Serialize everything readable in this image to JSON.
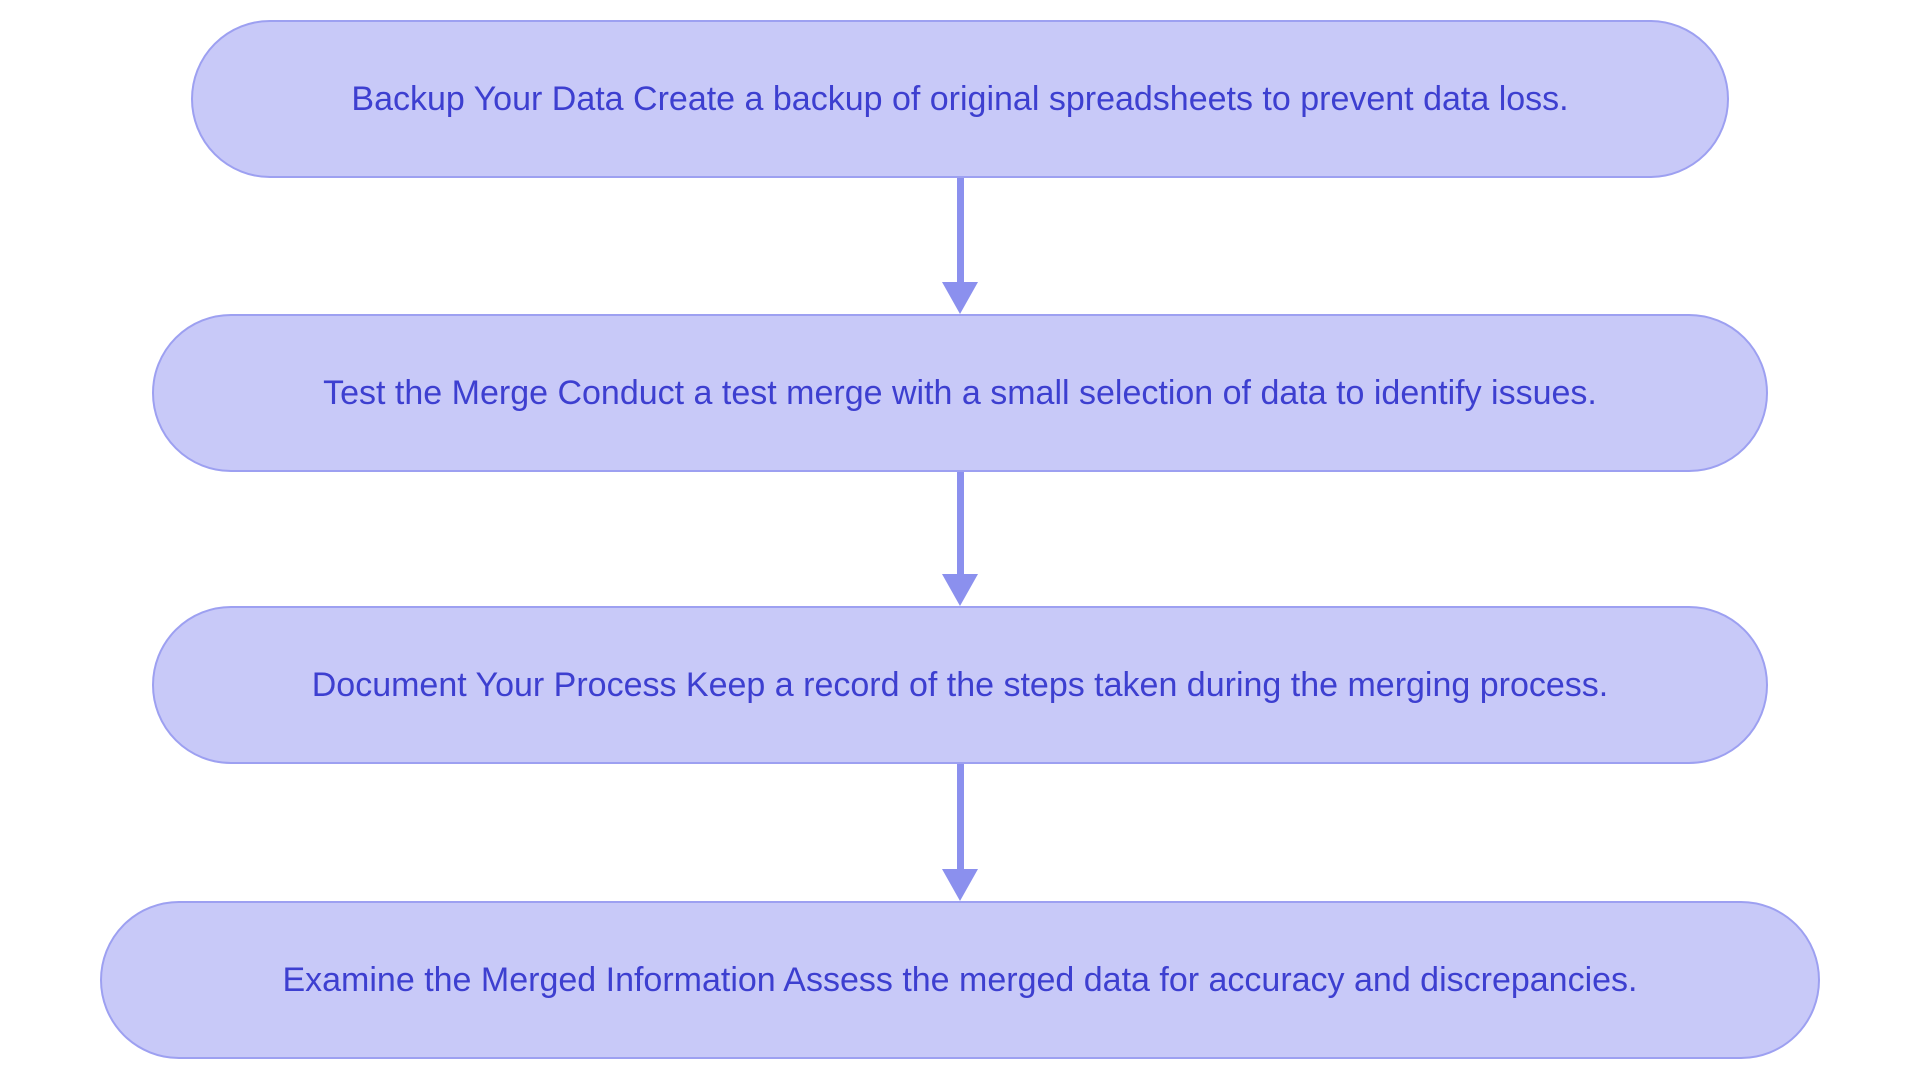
{
  "diagram": {
    "type": "flowchart",
    "direction": "top-down",
    "background": "#ffffff",
    "node_style": {
      "fill": "#c8c9f8",
      "border_color": "#9da0f1",
      "text_color": "#3d3fd0",
      "shape": "pill"
    },
    "arrow_style": {
      "color": "#8b90ee",
      "head": "solid-triangle-down"
    },
    "nodes": [
      {
        "id": "backup-your-data",
        "label": "Backup Your Data Create a backup of original spreadsheets to prevent data loss."
      },
      {
        "id": "test-the-merge",
        "label": "Test the Merge Conduct a test merge with a small selection of data to identify issues."
      },
      {
        "id": "document-your-process",
        "label": "Document Your Process Keep a record of the steps taken during the merging process."
      },
      {
        "id": "examine-merged-information",
        "label": "Examine the Merged Information Assess the merged data for accuracy and discrepancies."
      }
    ],
    "edges": [
      {
        "from": "backup-your-data",
        "to": "test-the-merge"
      },
      {
        "from": "test-the-merge",
        "to": "document-your-process"
      },
      {
        "from": "document-your-process",
        "to": "examine-merged-information"
      }
    ]
  }
}
